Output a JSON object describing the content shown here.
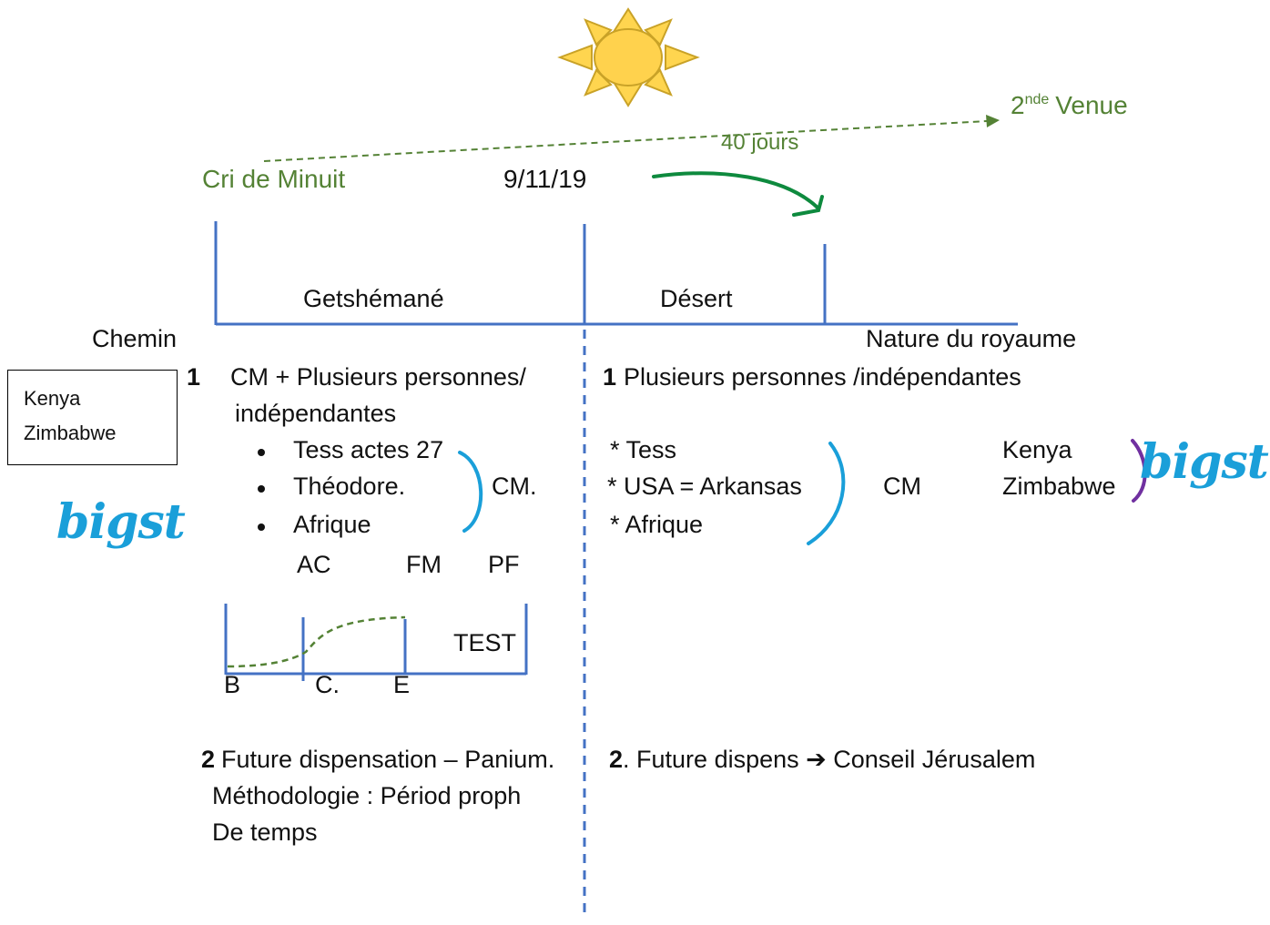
{
  "timeline": {
    "start_label": "Cri de Minuit",
    "date": "9/11/19",
    "duration": "40 jours",
    "end_label": {
      "number": "2",
      "suffix": "nde",
      "text": "Venue"
    }
  },
  "periods": {
    "left": "Getshémané",
    "right": "Désert"
  },
  "headings": {
    "left": "Chemin",
    "right": "Nature du royaume"
  },
  "box": {
    "lines": [
      "Kenya",
      "Zimbabwe"
    ]
  },
  "left_column": {
    "point1": {
      "number": "1",
      "text": "CM + Plusieurs personnes/",
      "continuation": "indépendantes"
    },
    "bullets": [
      "Tess actes 27",
      "Théodore.",
      "Afrique"
    ],
    "bracket_label": "CM.",
    "abbreviations": [
      "AC",
      "FM",
      "PF"
    ],
    "mini_diagram": {
      "label": "TEST",
      "markers": [
        "B",
        "C.",
        "E"
      ]
    },
    "point2": {
      "number": "2",
      "text": "Future dispensation – Panium.",
      "lines": [
        "Méthodologie : Périod proph",
        "De temps"
      ]
    }
  },
  "right_column": {
    "point1": {
      "number": "1",
      "text": "Plusieurs personnes /indépendantes"
    },
    "items": [
      "* Tess",
      "* USA = Arkansas",
      "* Afrique"
    ],
    "bracket_label": "CM",
    "countries": [
      "Kenya",
      "Zimbabwe"
    ],
    "point2": {
      "number": "2",
      "text": ". Future dispens ➔ Conseil Jérusalem"
    }
  },
  "annotations": {
    "handwritten": [
      "bigst",
      "bigst"
    ]
  },
  "colors": {
    "timeline_green": "#548235",
    "arrow_green": "#0E8A3E",
    "structure_blue": "#4472C4",
    "bracket_cyan": "#1A9FD9",
    "bracket_purple": "#7030A0",
    "sun_fill": "#FFD54F",
    "sun_stroke": "#C9A227"
  }
}
